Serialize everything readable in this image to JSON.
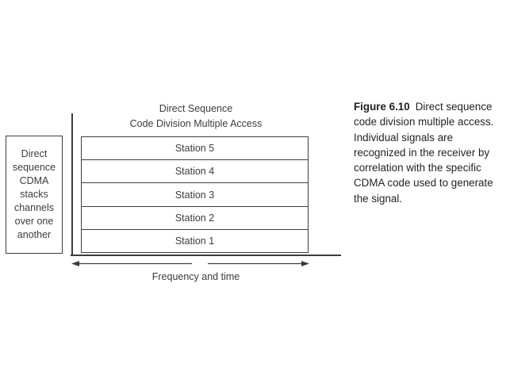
{
  "figure": {
    "title": [
      "Direct Sequence",
      "Code Division Multiple Access"
    ],
    "side_note": "Direct\nsequence\nCDMA\nstacks\nchannels\nover one\nanother",
    "stations": [
      "Station 5",
      "Station 4",
      "Station 3",
      "Station 2",
      "Station 1"
    ],
    "axis_label": "Frequency and time"
  },
  "caption": {
    "label": "Figure 6.10",
    "text": "Direct sequence code division multiple access. Individual signals are recognized in the receiver by correlation with the specific CDMA code used to generate the signal."
  },
  "colors": {
    "line": "#3d3d3d",
    "diagram_text": "#3c3c3c",
    "caption_text": "#231f20",
    "background": "#ffffff"
  }
}
